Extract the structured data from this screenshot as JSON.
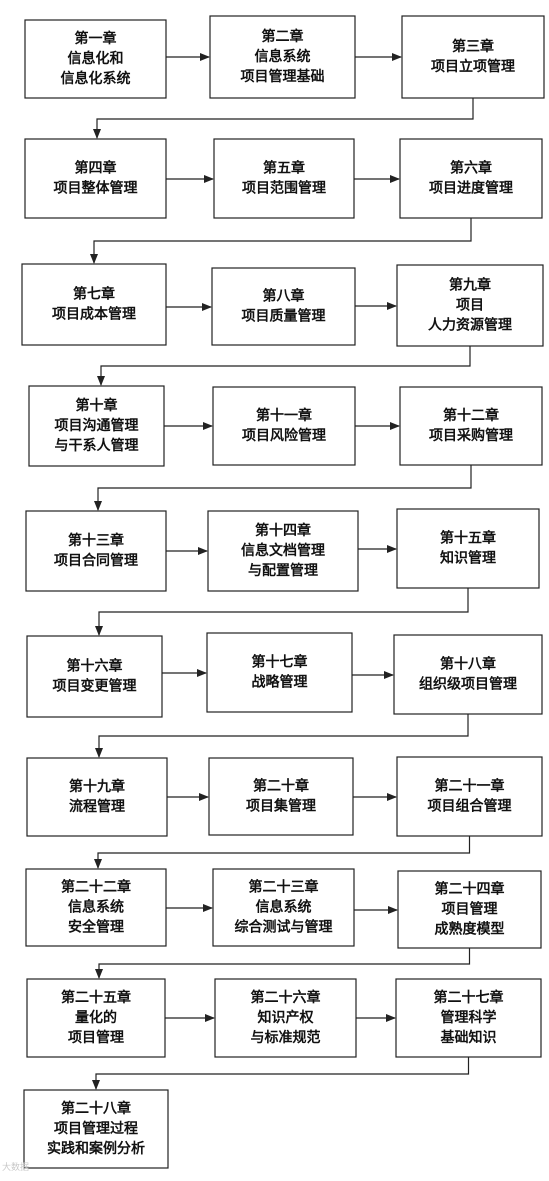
{
  "chapters": [
    {
      "lines": [
        "第一章",
        "信息化和",
        "信息化系统"
      ]
    },
    {
      "lines": [
        "第二章",
        "信息系统",
        "项目管理基础"
      ]
    },
    {
      "lines": [
        "第三章",
        "项目立项管理"
      ]
    },
    {
      "lines": [
        "第四章",
        "项目整体管理"
      ]
    },
    {
      "lines": [
        "第五章",
        "项目范围管理"
      ]
    },
    {
      "lines": [
        "第六章",
        "项目进度管理"
      ]
    },
    {
      "lines": [
        "第七章",
        "项目成本管理"
      ]
    },
    {
      "lines": [
        "第八章",
        "项目质量管理"
      ]
    },
    {
      "lines": [
        "第九章",
        "项目",
        "人力资源管理"
      ]
    },
    {
      "lines": [
        "第十章",
        "项目沟通管理",
        "与干系人管理"
      ]
    },
    {
      "lines": [
        "第十一章",
        "项目风险管理"
      ]
    },
    {
      "lines": [
        "第十二章",
        "项目采购管理"
      ]
    },
    {
      "lines": [
        "第十三章",
        "项目合同管理"
      ]
    },
    {
      "lines": [
        "第十四章",
        "信息文档管理",
        "与配置管理"
      ]
    },
    {
      "lines": [
        "第十五章",
        "知识管理"
      ]
    },
    {
      "lines": [
        "第十六章",
        "项目变更管理"
      ]
    },
    {
      "lines": [
        "第十七章",
        "战略管理"
      ]
    },
    {
      "lines": [
        "第十八章",
        "组织级项目管理"
      ]
    },
    {
      "lines": [
        "第十九章",
        "流程管理"
      ]
    },
    {
      "lines": [
        "第二十章",
        "项目集管理"
      ]
    },
    {
      "lines": [
        "第二十一章",
        "项目组合管理"
      ]
    },
    {
      "lines": [
        "第二十二章",
        "信息系统",
        "安全管理"
      ]
    },
    {
      "lines": [
        "第二十三章",
        "信息系统",
        "综合测试与管理"
      ]
    },
    {
      "lines": [
        "第二十四章",
        "项目管理",
        "成熟度模型"
      ]
    },
    {
      "lines": [
        "第二十五章",
        "量化的",
        "项目管理"
      ]
    },
    {
      "lines": [
        "第二十六章",
        "知识产权",
        "与标准规范"
      ]
    },
    {
      "lines": [
        "第二十七章",
        "管理科学",
        "基础知识"
      ]
    },
    {
      "lines": [
        "第二十八章",
        "项目管理过程",
        "实践和案例分析"
      ]
    }
  ],
  "watermark": "大数据"
}
